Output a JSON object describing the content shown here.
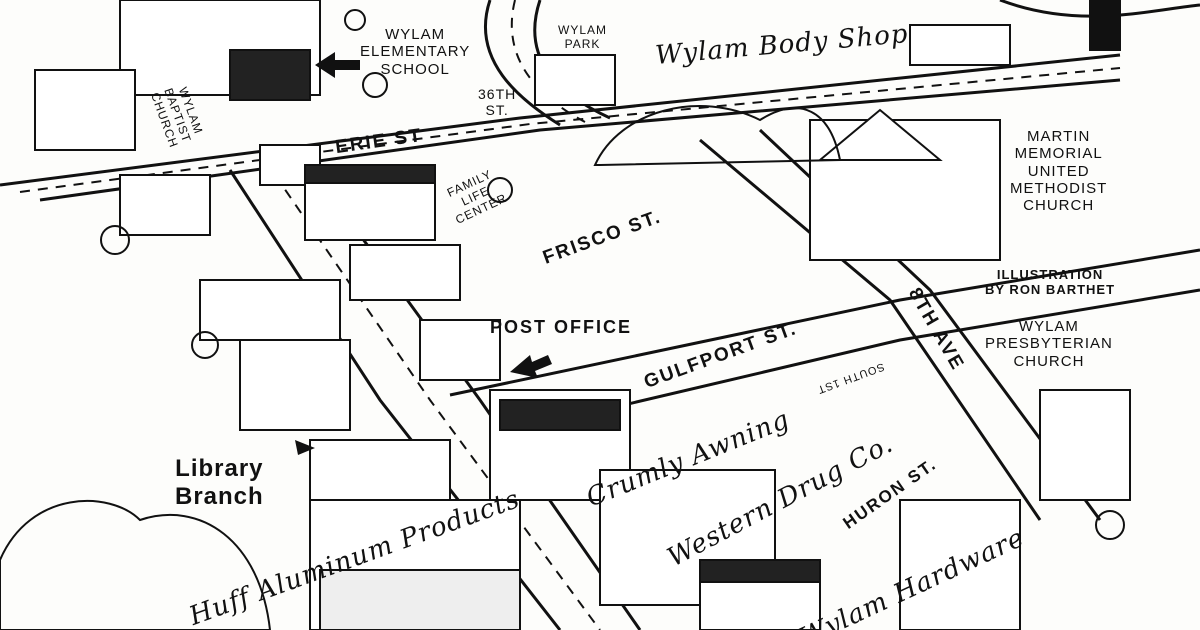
{
  "labels": {
    "elementary_school": [
      "WYLAM",
      "ELEMENTARY",
      "SCHOOL"
    ],
    "baptist_church": [
      "WYLAM",
      "BAPTIST",
      "CHURCH"
    ],
    "wylam_park": [
      "WYLAM",
      "PARK"
    ],
    "body_shop": "Wylam Body Shop",
    "street_36th": [
      "36TH",
      "ST."
    ],
    "erie_st": "ERIE ST",
    "family_life_center": [
      "FAMILY",
      "LIFE",
      "CENTER"
    ],
    "martin_memorial": [
      "MARTIN",
      "MEMORIAL",
      "UNITED",
      "METHODIST",
      "CHURCH"
    ],
    "illustration_credit": [
      "ILLUSTRATION",
      "BY RON BARTHET"
    ],
    "presbyterian": [
      "WYLAM",
      "PRESBYTERIAN",
      "CHURCH"
    ],
    "frisco_st": "FRISCO ST.",
    "gulfport_st": "GULFPORT ST.",
    "eighth_ave": "8TH AVE",
    "post_office": "POST OFFICE",
    "library_branch": [
      "Library",
      "Branch"
    ],
    "crumly_awning": "Crumly Awning",
    "western_drug": "Western Drug Co.",
    "huron_st": "HURON ST.",
    "south_1st": "SOUTH 1ST",
    "huff_aluminum": "Huff Aluminum Products",
    "wylam_hardware": "Wylam Hardware"
  },
  "colors": {
    "ink": "#111111",
    "paper": "#fdfdfb"
  }
}
